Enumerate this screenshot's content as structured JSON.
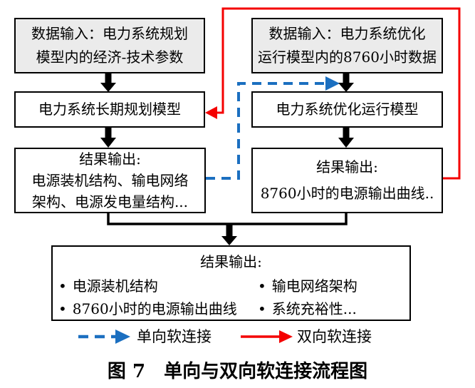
{
  "colors": {
    "accent_blue": "#1b6fc0",
    "accent_red": "#f40000",
    "box_gray": "#ebebeb"
  },
  "glyphs": {
    "bullet": "•"
  },
  "boxes": {
    "input_left": {
      "line1": "数据输入：电力系统规划",
      "line2": "模型内的经济-技术参数"
    },
    "input_right": {
      "line1": "数据输入：电力系统优化",
      "line2": "运行模型内的8760小时数据"
    },
    "model_left": {
      "label": "电力系统长期规划模型"
    },
    "model_right": {
      "label": "电力系统优化运行模型"
    },
    "result_left": {
      "line1": "结果输出:",
      "line2": "电源装机结构、输电网络",
      "line3": "架构、电源发电量结构..."
    },
    "result_right": {
      "line1": "结果输出:",
      "line2": "8760小时的电源输出曲线.."
    },
    "result_combined": {
      "title": "结果输出:",
      "bullets_left": [
        "电源装机结构",
        "8760小时的电源输出曲线"
      ],
      "bullets_right": [
        "输电网络架构",
        "系统充裕性..."
      ]
    }
  },
  "legend": {
    "one_way_label": "单向软连接",
    "two_way_label": "双向软连接"
  },
  "caption": "图 7　单向与双向软连接流程图"
}
